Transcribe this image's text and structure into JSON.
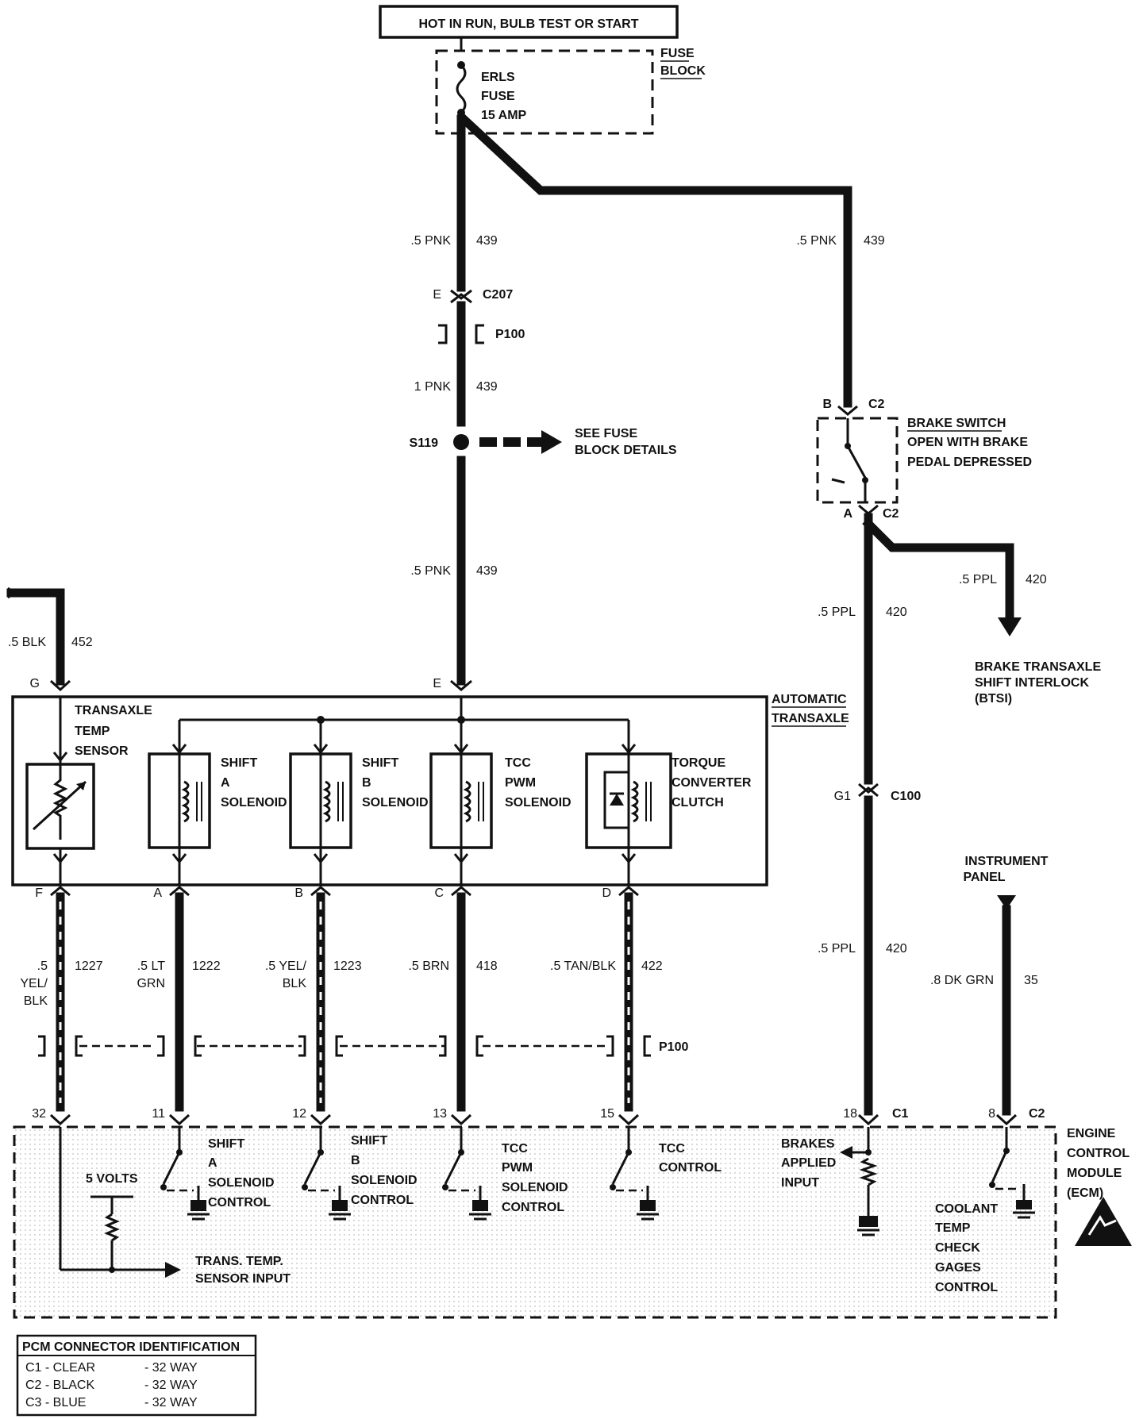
{
  "header": {
    "power_label": "HOT IN RUN, BULB TEST OR START"
  },
  "fuse_block": {
    "title": [
      "FUSE",
      "BLOCK"
    ],
    "fuse": [
      "ERLS",
      "FUSE",
      "15 AMP"
    ]
  },
  "left_feed": {
    "seg1": {
      "gauge": ".5 PNK",
      "circuit": "439"
    },
    "c207": {
      "pin": "E",
      "name": "C207"
    },
    "p100_top": "P100",
    "seg2": {
      "gauge": "1 PNK",
      "circuit": "439"
    },
    "s119": {
      "name": "S119",
      "note": [
        "SEE FUSE",
        "BLOCK DETAILS"
      ]
    },
    "seg3": {
      "gauge": ".5 PNK",
      "circuit": "439"
    },
    "trans_pin": "E"
  },
  "right_feed": {
    "seg1": {
      "gauge": ".5 PNK",
      "circuit": "439"
    },
    "brake_switch": {
      "pin_b": "B",
      "conn_b": "C2",
      "label": [
        "BRAKE SWITCH",
        "OPEN WITH BRAKE",
        "PEDAL DEPRESSED"
      ],
      "pin_a": "A",
      "conn_a": "C2"
    },
    "btsi_wire": {
      "gauge": ".5 PPL",
      "circuit": "420"
    },
    "btsi_label": [
      "BRAKE TRANSAXLE",
      "SHIFT INTERLOCK",
      "(BTSI)"
    ],
    "seg2": {
      "gauge": ".5 PPL",
      "circuit": "420"
    },
    "c100": {
      "pin": "G1",
      "name": "C100"
    },
    "seg3": {
      "gauge": ".5 PPL",
      "circuit": "420"
    },
    "ecm_pin": {
      "pin": "18",
      "conn": "C1"
    }
  },
  "blk_wire": {
    "gauge": ".5 BLK",
    "circuit": "452",
    "pin": "G"
  },
  "transaxle": {
    "title": [
      "AUTOMATIC",
      "TRANSAXLE"
    ],
    "components": [
      {
        "id": "temp",
        "label": [
          "TRANSAXLE",
          "TEMP",
          "SENSOR"
        ]
      },
      {
        "id": "shift_a",
        "label": [
          "SHIFT",
          "A",
          "SOLENOID"
        ]
      },
      {
        "id": "shift_b",
        "label": [
          "SHIFT",
          "B",
          "SOLENOID"
        ]
      },
      {
        "id": "tcc_pwm",
        "label": [
          "TCC",
          "PWM",
          "SOLENOID"
        ]
      },
      {
        "id": "tcc",
        "label": [
          "TORQUE",
          "CONVERTER",
          "CLUTCH"
        ]
      }
    ]
  },
  "lower_wires": [
    {
      "pin": "F",
      "gauge": [
        ".5",
        "YEL/",
        "BLK"
      ],
      "circuit": "1227",
      "ecm_pin": "32"
    },
    {
      "pin": "A",
      "gauge": [
        ".5 LT",
        "GRN"
      ],
      "circuit": "1222",
      "ecm_pin": "11"
    },
    {
      "pin": "B",
      "gauge": [
        ".5 YEL/",
        "BLK"
      ],
      "circuit": "1223",
      "ecm_pin": "12"
    },
    {
      "pin": "C",
      "gauge": [
        ".5 BRN"
      ],
      "circuit": "418",
      "ecm_pin": "13"
    },
    {
      "pin": "D",
      "gauge": [
        ".5 TAN/BLK"
      ],
      "circuit": "422",
      "ecm_pin": "15"
    }
  ],
  "p100_bottom": "P100",
  "instrument_panel": {
    "label": [
      "INSTRUMENT",
      "PANEL"
    ],
    "gauge": ".8 DK GRN",
    "circuit": "35",
    "ecm_pin": "8",
    "conn": "C2"
  },
  "ecm": {
    "title": [
      "ENGINE",
      "CONTROL",
      "MODULE",
      "(ECM)"
    ],
    "five_volts": "5 VOLTS",
    "temp_input": [
      "TRANS. TEMP.",
      "SENSOR INPUT"
    ],
    "shift_a": [
      "SHIFT",
      "A",
      "SOLENOID",
      "CONTROL"
    ],
    "shift_b": [
      "SHIFT",
      "B",
      "SOLENOID",
      "CONTROL"
    ],
    "tcc_pwm": [
      "TCC",
      "PWM",
      "SOLENOID",
      "CONTROL"
    ],
    "tcc": [
      "TCC",
      "CONTROL"
    ],
    "brakes": [
      "BRAKES",
      "APPLIED",
      "INPUT"
    ],
    "coolant": [
      "COOLANT",
      "TEMP",
      "CHECK",
      "GAGES",
      "CONTROL"
    ]
  },
  "connector_id": {
    "title": "PCM CONNECTOR IDENTIFICATION",
    "rows": [
      {
        "name": "C1 - CLEAR",
        "size": "- 32 WAY"
      },
      {
        "name": "C2 - BLACK",
        "size": "- 32 WAY"
      },
      {
        "name": "C3 - BLUE",
        "size": "- 32 WAY"
      }
    ]
  }
}
